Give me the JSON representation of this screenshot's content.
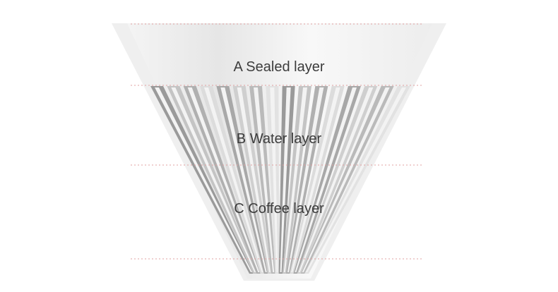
{
  "layers": [
    {
      "label": "A Sealed layer"
    },
    {
      "label": "B Water layer"
    },
    {
      "label": "C Coffee layer"
    }
  ],
  "colors": {
    "divider": "#e0a0a0",
    "text": "#3c3c3c",
    "funnel": "#f2f2f2"
  }
}
